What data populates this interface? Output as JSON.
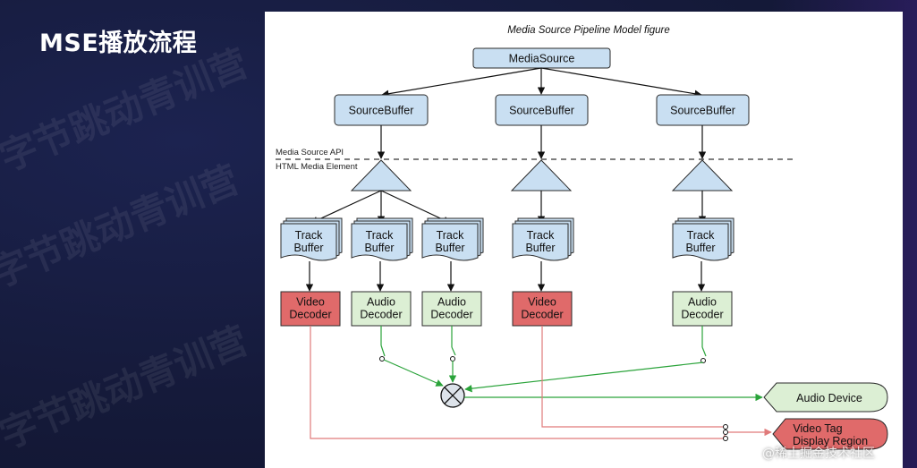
{
  "slide": {
    "title": "MSE播放流程"
  },
  "watermark": {
    "text": "字节跳动青训营"
  },
  "footer": {
    "credit": "@稀土掘金技术社区"
  },
  "diagram": {
    "title": "Media Source Pipeline Model figure",
    "api_label_top": "Media Source API",
    "api_label_bottom": "HTML Media Element",
    "media_source": "MediaSource",
    "source_buffers": [
      "SourceBuffer",
      "SourceBuffer",
      "SourceBuffer"
    ],
    "track_buffer": [
      "Track",
      "Buffer"
    ],
    "video_decoder": [
      "Video",
      "Decoder"
    ],
    "audio_decoder": [
      "Audio",
      "Decoder"
    ],
    "audio_device": "Audio Device",
    "video_tag": [
      "Video Tag",
      "Display Region"
    ],
    "colors": {
      "box_fill": "#c9dff2",
      "video_decoder_fill": "#e06a6a",
      "audio_decoder_fill": "#dcefd4",
      "audio_path": "#2aa33a",
      "video_path": "#e07a7a"
    }
  }
}
